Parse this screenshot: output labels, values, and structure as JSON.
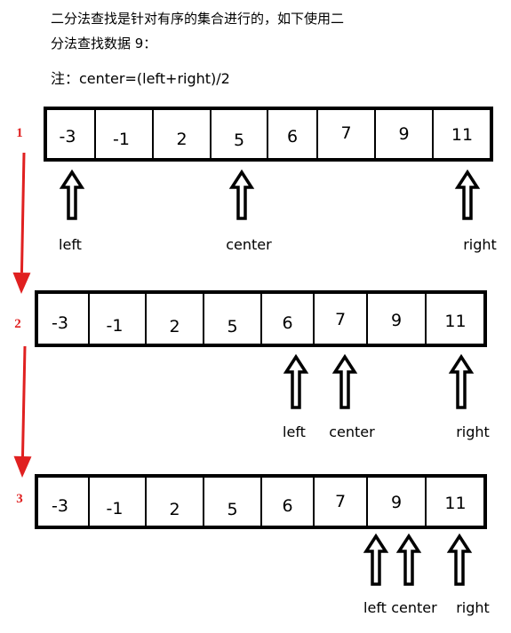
{
  "intro": {
    "line1": "二分法查找是针对有序的集合进行的，如下使用二",
    "line2": "分法查找数据 9：",
    "note": "注：center=(left+right)/2"
  },
  "colors": {
    "step_number": "#e02020",
    "step_arrow": "#e02020",
    "border": "#000000"
  },
  "steps": [
    {
      "number": "1",
      "values": [
        "-3",
        "-1",
        "2",
        "5",
        "6",
        "7",
        "9",
        "11"
      ],
      "pointers": [
        {
          "label": "left",
          "cell": 0
        },
        {
          "label": "center",
          "cell": 3
        },
        {
          "label": "right",
          "cell": 7
        }
      ]
    },
    {
      "number": "2",
      "values": [
        "-3",
        "-1",
        "2",
        "5",
        "6",
        "7",
        "9",
        "11"
      ],
      "pointers": [
        {
          "label": "left",
          "cell": 4
        },
        {
          "label": "center",
          "cell": 5
        },
        {
          "label": "right",
          "cell": 7
        }
      ]
    },
    {
      "number": "3",
      "values": [
        "-3",
        "-1",
        "2",
        "5",
        "6",
        "7",
        "9",
        "11"
      ],
      "pointers": [
        {
          "label": "left",
          "cell": 6
        },
        {
          "label": "center",
          "cell": 6
        },
        {
          "label": "right",
          "cell": 7
        }
      ]
    }
  ]
}
